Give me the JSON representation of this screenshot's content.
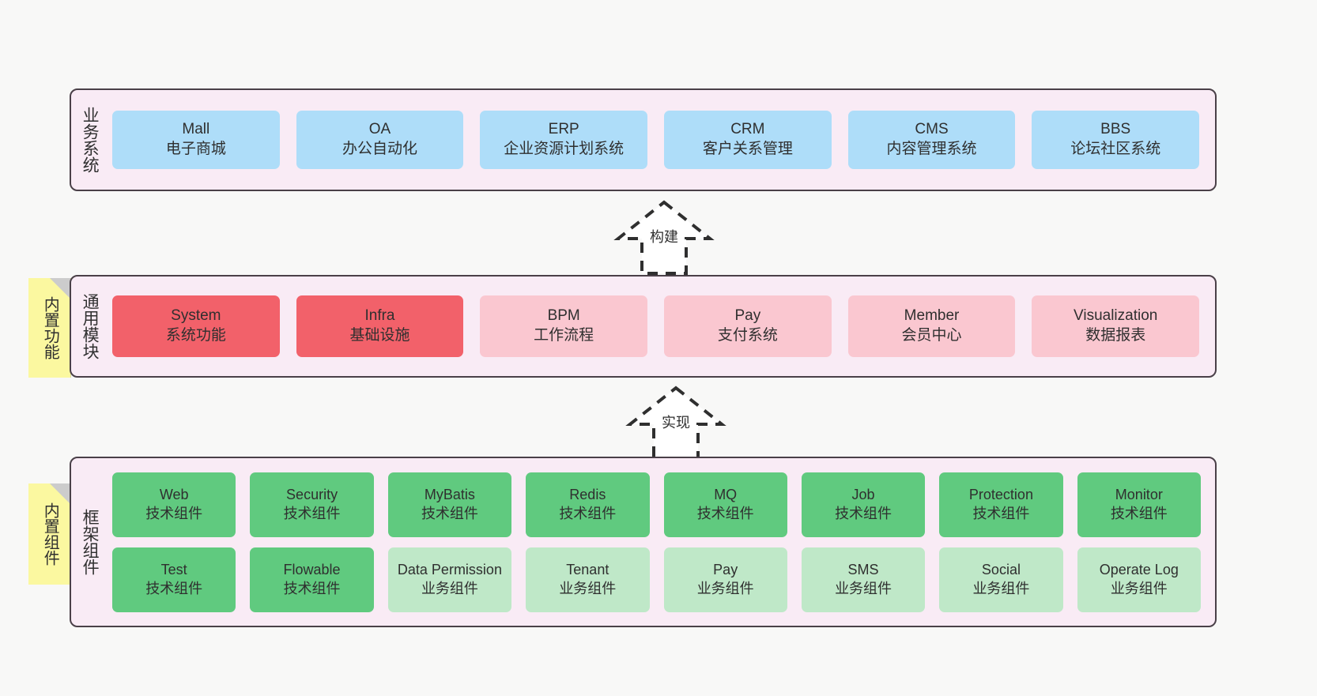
{
  "diagram": {
    "title_implicit": "",
    "colors": {
      "panel_bg": "#f9ebf5",
      "panel_border": "#4a4048",
      "business_cell": "#aeddf9",
      "module_core": "#f2616a",
      "module_optional": "#fac7d0",
      "tech_component": "#60ca7f",
      "biz_component": "#bfe8c8",
      "note_bg": "#fbf8a0",
      "note_fold": "#cccccc",
      "canvas_bg": "#f8f8f7"
    }
  },
  "notes": [
    {
      "id": "builtin-functions",
      "label": "内置功能"
    },
    {
      "id": "builtin-components",
      "label": "内置组件"
    }
  ],
  "connectors": [
    {
      "id": "build",
      "label": "构建",
      "style": "dashed-hollow-arrow-up"
    },
    {
      "id": "implement",
      "label": "实现",
      "style": "dashed-hollow-arrow-up"
    }
  ],
  "layers": [
    {
      "id": "business-systems",
      "title": "业务系统",
      "rows": [
        {
          "cells": [
            {
              "name": "Mall",
              "desc": "电子商城",
              "kind": "business"
            },
            {
              "name": "OA",
              "desc": "办公自动化",
              "kind": "business"
            },
            {
              "name": "ERP",
              "desc": "企业资源计划系统",
              "kind": "business"
            },
            {
              "name": "CRM",
              "desc": "客户关系管理",
              "kind": "business"
            },
            {
              "name": "CMS",
              "desc": "内容管理系统",
              "kind": "business"
            },
            {
              "name": "BBS",
              "desc": "论坛社区系统",
              "kind": "business"
            }
          ]
        }
      ]
    },
    {
      "id": "common-modules",
      "title": "通用模块",
      "rows": [
        {
          "cells": [
            {
              "name": "System",
              "desc": "系统功能",
              "kind": "core"
            },
            {
              "name": "Infra",
              "desc": "基础设施",
              "kind": "core"
            },
            {
              "name": "BPM",
              "desc": "工作流程",
              "kind": "optional"
            },
            {
              "name": "Pay",
              "desc": "支付系统",
              "kind": "optional"
            },
            {
              "name": "Member",
              "desc": "会员中心",
              "kind": "optional"
            },
            {
              "name": "Visualization",
              "desc": "数据报表",
              "kind": "optional"
            }
          ]
        }
      ]
    },
    {
      "id": "framework-components",
      "title": "框架组件",
      "rows": [
        {
          "cells": [
            {
              "name": "Web",
              "desc": "技术组件",
              "kind": "tech"
            },
            {
              "name": "Security",
              "desc": "技术组件",
              "kind": "tech"
            },
            {
              "name": "MyBatis",
              "desc": "技术组件",
              "kind": "tech"
            },
            {
              "name": "Redis",
              "desc": "技术组件",
              "kind": "tech"
            },
            {
              "name": "MQ",
              "desc": "技术组件",
              "kind": "tech"
            },
            {
              "name": "Job",
              "desc": "技术组件",
              "kind": "tech"
            },
            {
              "name": "Protection",
              "desc": "技术组件",
              "kind": "tech"
            },
            {
              "name": "Monitor",
              "desc": "技术组件",
              "kind": "tech"
            }
          ]
        },
        {
          "cells": [
            {
              "name": "Test",
              "desc": "技术组件",
              "kind": "tech"
            },
            {
              "name": "Flowable",
              "desc": "技术组件",
              "kind": "tech"
            },
            {
              "name": "Data Permission",
              "desc": "业务组件",
              "kind": "biz"
            },
            {
              "name": "Tenant",
              "desc": "业务组件",
              "kind": "biz"
            },
            {
              "name": "Pay",
              "desc": "业务组件",
              "kind": "biz"
            },
            {
              "name": "SMS",
              "desc": "业务组件",
              "kind": "biz"
            },
            {
              "name": "Social",
              "desc": "业务组件",
              "kind": "biz"
            },
            {
              "name": "Operate Log",
              "desc": "业务组件",
              "kind": "biz"
            }
          ]
        }
      ]
    }
  ]
}
